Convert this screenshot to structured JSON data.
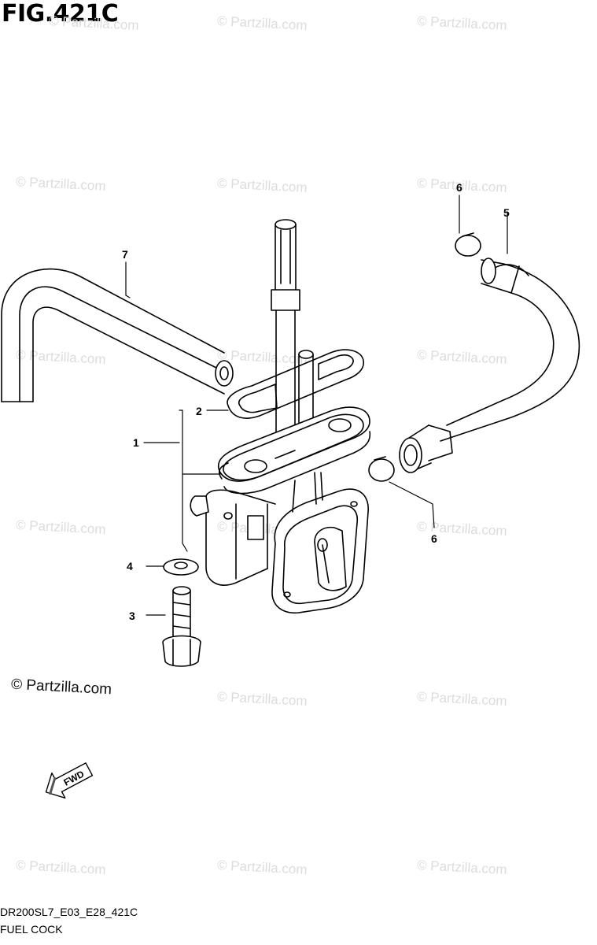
{
  "title": "FIG.421C",
  "watermark_text": "© Partzilla.com",
  "copyright_text": "© Partzilla.com",
  "fwd_text": "FWD",
  "code": "DR200SL7_E03_E28_421C",
  "caption": "FUEL COCK",
  "callouts": {
    "c1": "1",
    "c2": "2",
    "c3": "3",
    "c4": "4",
    "c5": "5",
    "c6a": "6",
    "c6b": "6",
    "c7": "7"
  }
}
